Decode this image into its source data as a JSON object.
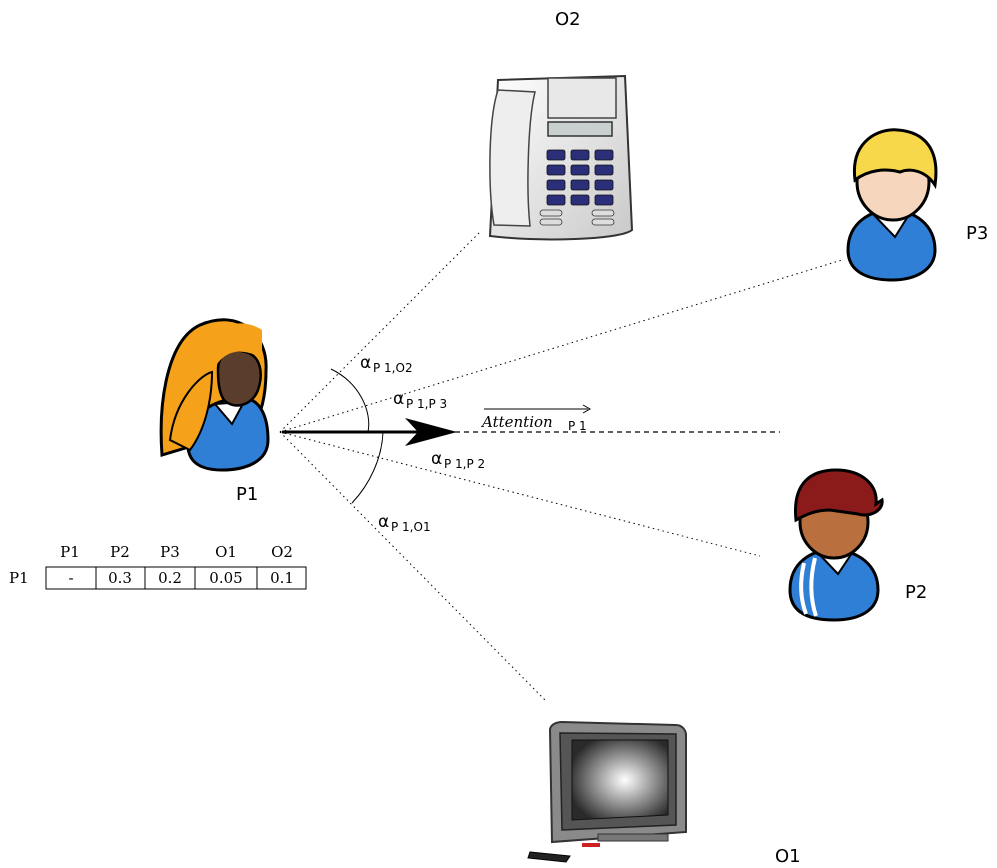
{
  "labels": {
    "p1": "P1",
    "p2": "P2",
    "p3": "P3",
    "o1": "O1",
    "o2": "O2"
  },
  "angles": {
    "o2": {
      "symbol": "α",
      "sub": "P 1,O2"
    },
    "p3": {
      "symbol": "α",
      "sub": "P 1,P 3"
    },
    "p2": {
      "symbol": "α",
      "sub": "P 1,P 2"
    },
    "o1": {
      "symbol": "α",
      "sub": "P 1,O1"
    }
  },
  "attention": {
    "text": "Attention",
    "sub": "P 1"
  },
  "table": {
    "headers": [
      "P1",
      "P2",
      "P3",
      "O1",
      "O2"
    ],
    "row_label": "P1",
    "values": [
      "-",
      "0.3",
      "0.2",
      "0.05",
      "0.1"
    ]
  }
}
